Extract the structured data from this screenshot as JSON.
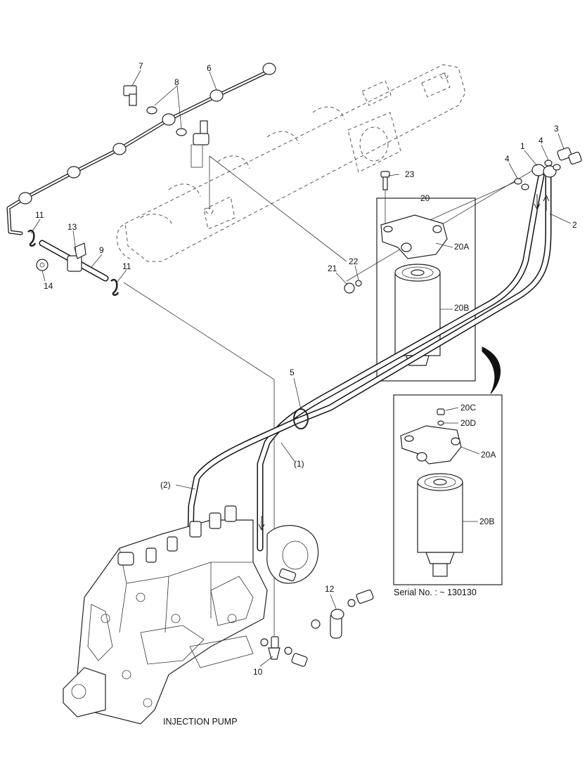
{
  "labels": {
    "p1": "1",
    "p2": "2",
    "p3": "3",
    "p4a": "4",
    "p4b": "4",
    "p5": "5",
    "p6": "6",
    "p7": "7",
    "p8": "8",
    "p9": "9",
    "p10": "10",
    "p11a": "11",
    "p11b": "11",
    "p12": "12",
    "p13": "13",
    "p14": "14",
    "p20": "20",
    "p20a": "20A",
    "p20b": "20B",
    "p21": "21",
    "p22": "22",
    "p23": "23",
    "pipe1": "(1)",
    "pipe2": "(2)",
    "d20a": "20A",
    "d20b": "20B",
    "d20c": "20C",
    "d20d": "20D"
  },
  "captions": {
    "serial": "Serial No. :  ~ 130130",
    "injection_pump": "INJECTION PUMP"
  }
}
